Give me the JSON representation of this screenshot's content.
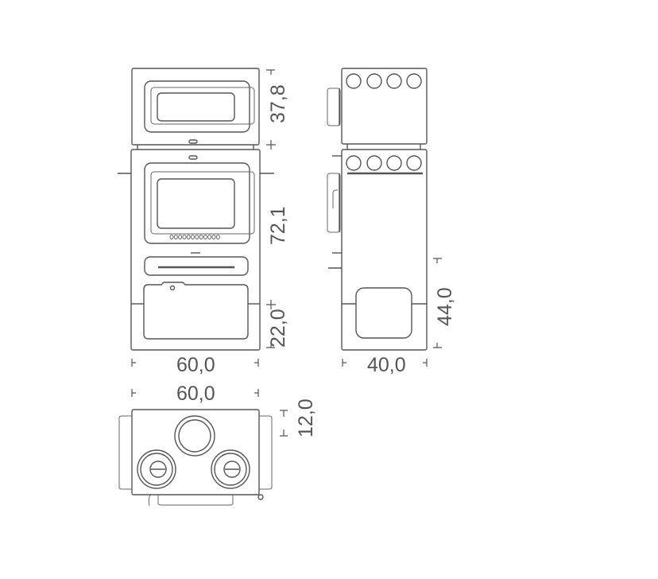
{
  "front_view": {
    "dims": {
      "top_height": "37,8",
      "oven_height": "72,1",
      "base_height": "22,0",
      "width": "60,0"
    }
  },
  "side_view": {
    "dims": {
      "lower_height": "44,0",
      "depth": "40,0"
    }
  },
  "top_view": {
    "dims": {
      "width": "60,0",
      "offset": "12,0"
    }
  }
}
